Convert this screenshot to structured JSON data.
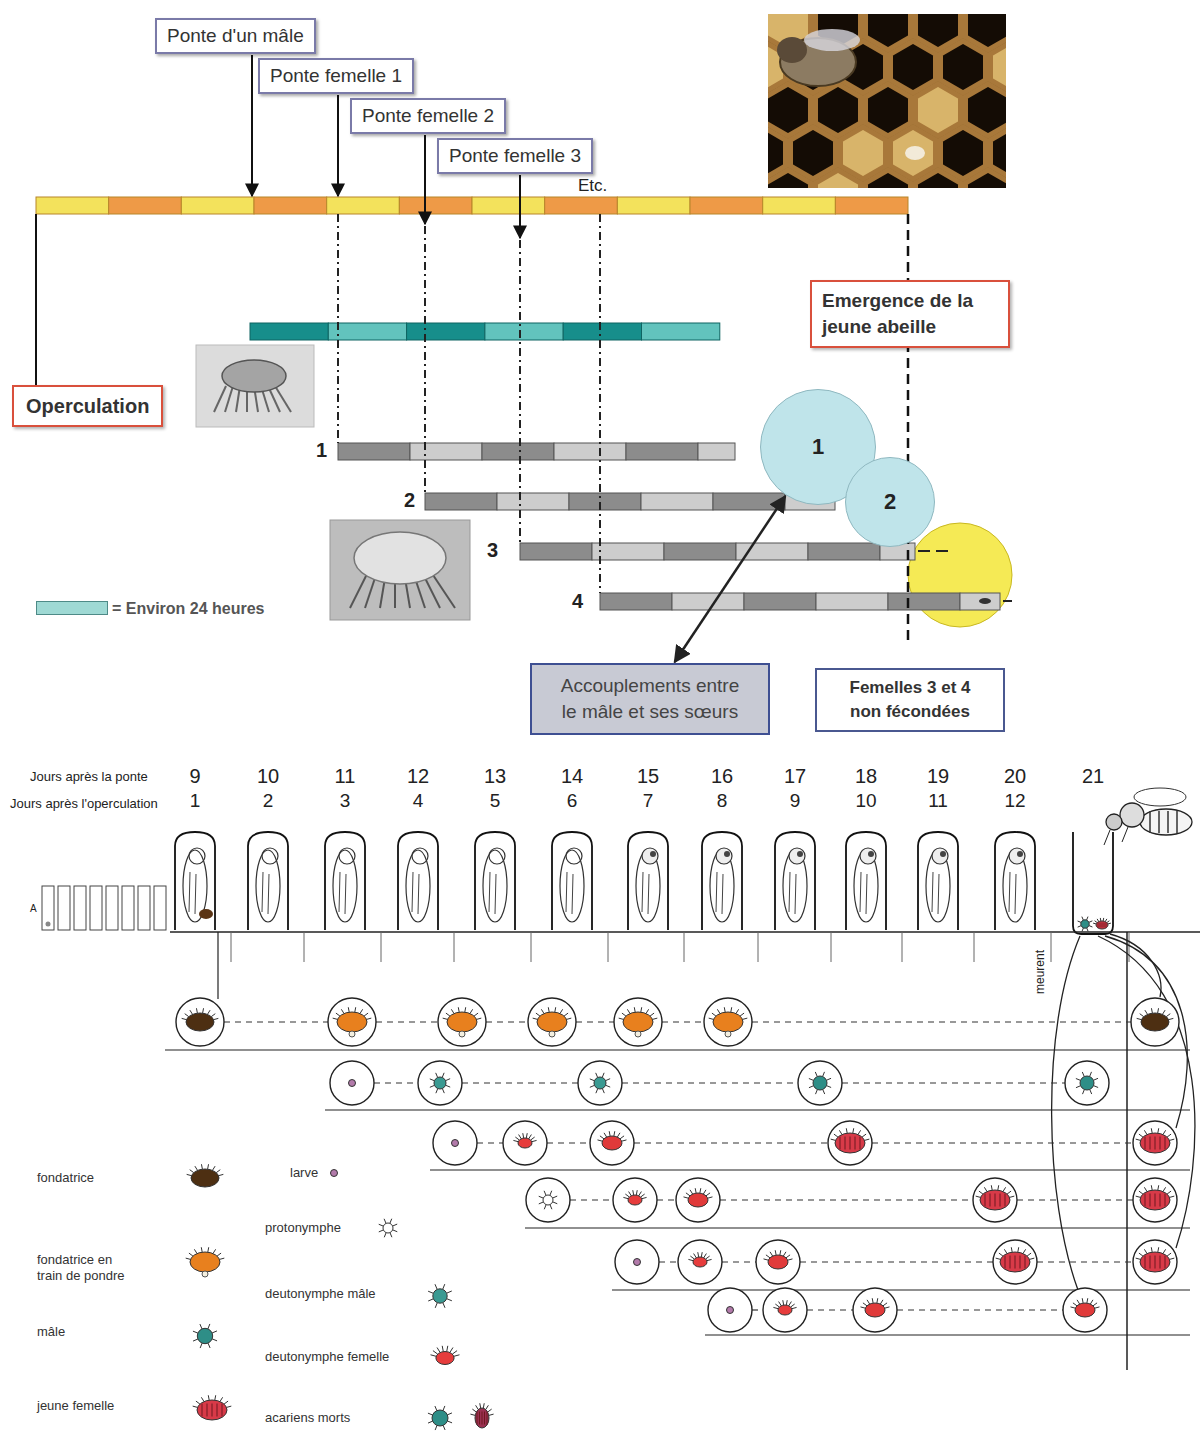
{
  "diagram": {
    "nodes": [
      {
        "text": [
          "Ponte d'un mâle"
        ]
      },
      {
        "text": [
          "Ponte femelle 1"
        ]
      },
      {
        "text": [
          "Ponte femelle 2"
        ]
      },
      {
        "text": [
          "Ponte femelle 3"
        ]
      },
      {
        "text": [
          "Emergence de la jeune abeille"
        ]
      },
      {
        "text": [
          "Operculation"
        ]
      },
      {
        "text": [
          "1"
        ]
      },
      {
        "text": [
          "2"
        ]
      },
      {
        "text": [
          "Accouplements entre le mâle et ses sœurs"
        ]
      },
      {
        "text": [
          "Femelles 3 et 4 non fécondées"
        ]
      }
    ],
    "edges": [
      {
        "from": 8,
        "to": 6,
        "arrow": "both"
      }
    ],
    "labels": [
      "Etc.",
      "1",
      "2",
      "3",
      "4",
      "Jours après la ponte",
      "9",
      "10",
      "11",
      "12",
      "13",
      "14",
      "15",
      "16",
      "17",
      "18",
      "19",
      "20",
      "21",
      "Jours après l'operculation",
      "1",
      "2",
      "3",
      "4",
      "5",
      "6",
      "7",
      "8",
      "9",
      "10",
      "11",
      "12",
      "meurent",
      "A"
    ],
    "legend": [
      {
        "text": "= Environ 24 heures",
        "color": "#9fd9d4"
      },
      {
        "text": "fondatrice"
      },
      {
        "text": "fondatrice en train de pondre"
      },
      {
        "text": "mâle"
      },
      {
        "text": "jeune femelle"
      },
      {
        "text": "larve"
      },
      {
        "text": "protonymphe"
      },
      {
        "text": "deutonymphe mâle"
      },
      {
        "text": "deutonymphe femelle"
      },
      {
        "text": "acariens morts"
      }
    ]
  }
}
